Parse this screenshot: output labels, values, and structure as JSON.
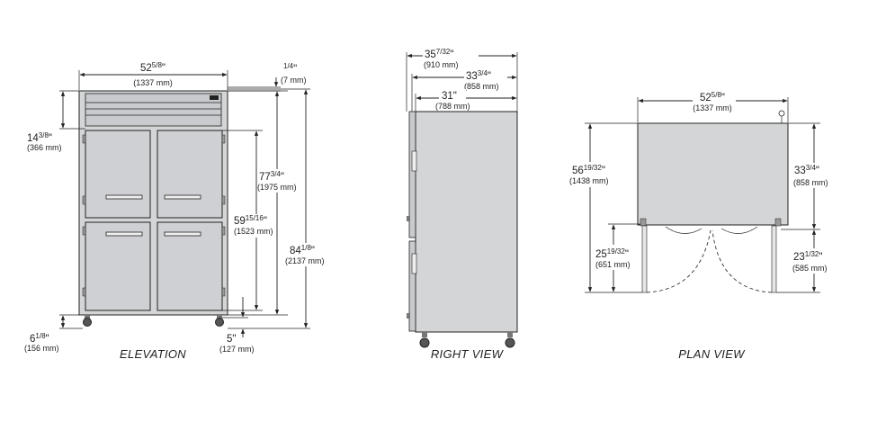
{
  "views": {
    "elevation": "ELEVATION",
    "right": "RIGHT VIEW",
    "plan": "PLAN VIEW"
  },
  "dims": {
    "elev_width": {
      "whole": "52",
      "frac": "5/8",
      "unit": "\"",
      "mm": "(1337 mm)"
    },
    "elev_top_gap": {
      "whole": "",
      "frac": "1/4",
      "unit": "\"",
      "mm": "(7 mm)"
    },
    "elev_top_panel": {
      "whole": "14",
      "frac": "3/8",
      "unit": "\"",
      "mm": "(366 mm)"
    },
    "elev_body_height": {
      "whole": "77",
      "frac": "3/4",
      "unit": "\"",
      "mm": "(1975 mm)"
    },
    "elev_door_height": {
      "whole": "59",
      "frac": "15/16",
      "unit": "\"",
      "mm": "(1523 mm)"
    },
    "elev_overall_height": {
      "whole": "84",
      "frac": "1/8",
      "unit": "\"",
      "mm": "(2137 mm)"
    },
    "elev_bottom_left": {
      "whole": "6",
      "frac": "1/8",
      "unit": "\"",
      "mm": "(156 mm)"
    },
    "elev_bottom_right": {
      "whole": "5",
      "frac": "",
      "unit": "\"",
      "mm": "(127 mm)"
    },
    "side_overall_depth": {
      "whole": "35",
      "frac": "7/32",
      "unit": "\"",
      "mm": "(910 mm)"
    },
    "side_body_depth": {
      "whole": "33",
      "frac": "3/4",
      "unit": "\"",
      "mm": "(858 mm)"
    },
    "side_cabinet_depth": {
      "whole": "31",
      "frac": "",
      "unit": "\"",
      "mm": "(788 mm)"
    },
    "plan_width": {
      "whole": "52",
      "frac": "5/8",
      "unit": "\"",
      "mm": "(1337 mm)"
    },
    "plan_total_depth": {
      "whole": "56",
      "frac": "19/32",
      "unit": "\"",
      "mm": "(1438 mm)"
    },
    "plan_body_depth": {
      "whole": "33",
      "frac": "3/4",
      "unit": "\"",
      "mm": "(858 mm)"
    },
    "plan_swing_left": {
      "whole": "25",
      "frac": "19/32",
      "unit": "\"",
      "mm": "(651 mm)"
    },
    "plan_swing_right": {
      "whole": "23",
      "frac": "1/32",
      "unit": "\"",
      "mm": "(585 mm)"
    }
  }
}
